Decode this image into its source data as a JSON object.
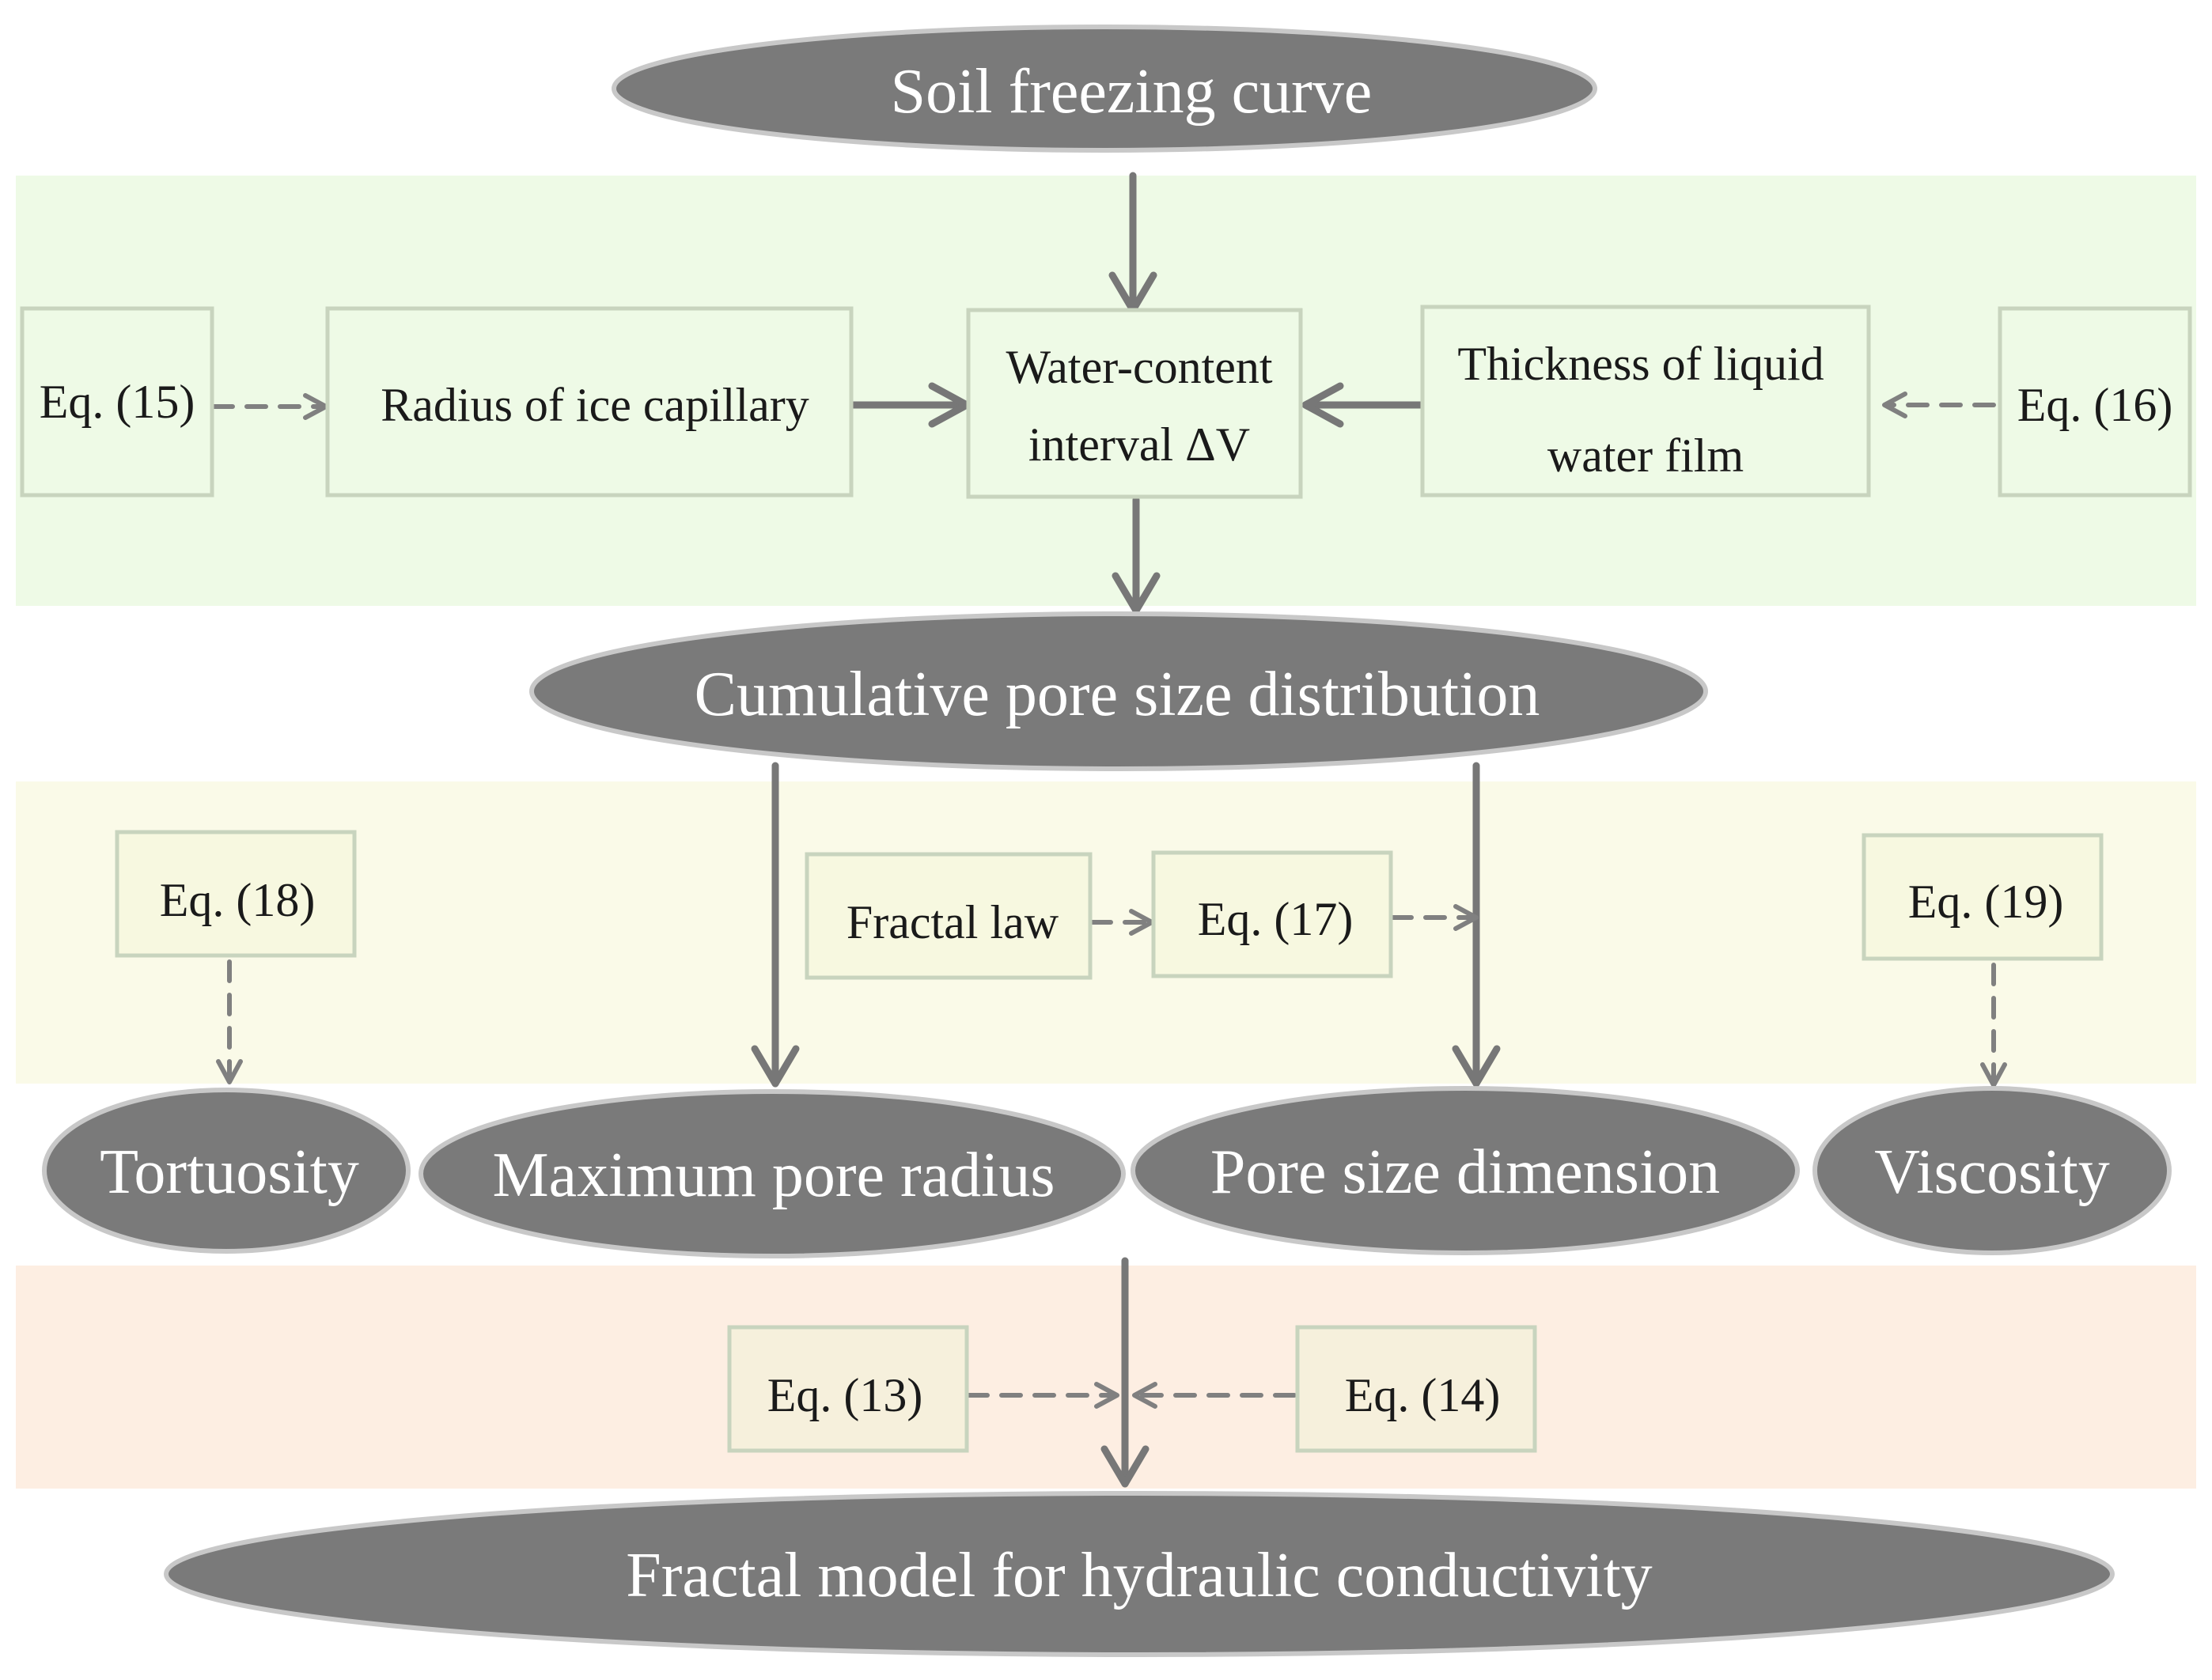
{
  "colors": {
    "band_top": "#eefae6",
    "band_middle": "#fafae8",
    "band_bottom": "#fdeee2",
    "ellipse_fill": "#7a7a7a",
    "ellipse_stroke": "#c8c8c8",
    "box_stroke": "#c8d4be",
    "box_fill_top": "#eefae6",
    "box_fill_middle": "#f7f8e0",
    "box_fill_bottom": "#f6f0dc",
    "arrow": "#777777"
  },
  "nodes": {
    "soil_freezing_curve": "Soil freezing curve",
    "eq15": "Eq. (15)",
    "radius_ice_capillary": "Radius of ice capillary",
    "water_content_line1": "Water-content",
    "water_content_line2": "interval ΔV",
    "thickness_line1": "Thickness of liquid",
    "thickness_line2": "water film",
    "eq16": "Eq. (16)",
    "cumulative_psd": "Cumulative pore size distribution",
    "eq18": "Eq. (18)",
    "fractal_law": "Fractal law",
    "eq17": "Eq. (17)",
    "eq19": "Eq. (19)",
    "tortuosity": "Tortuosity",
    "max_pore_radius": "Maximum pore radius",
    "pore_size_dimension": "Pore size dimension",
    "viscosity": "Viscosity",
    "eq13": "Eq. (13)",
    "eq14": "Eq. (14)",
    "fractal_model": "Fractal model for hydraulic conductivity"
  }
}
